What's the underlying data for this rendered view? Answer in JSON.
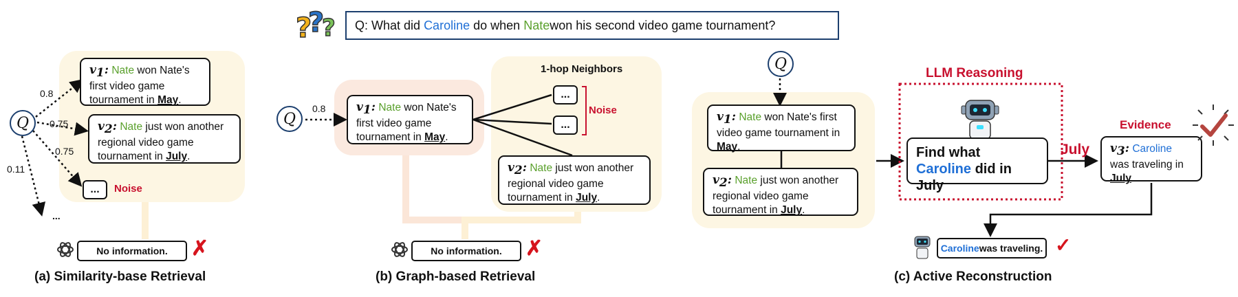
{
  "question": {
    "prefix": "Q: What did ",
    "name1": "Caroline",
    "mid": " do when ",
    "name2": "Nate",
    "suffix": " won his second video game tournament?"
  },
  "q_symbol": "Q",
  "v1": {
    "label": "v",
    "sub": "1",
    "colon": ":",
    "name": "Nate",
    "text": " won Nate's first video game tournament in ",
    "month": "May",
    "end": "."
  },
  "v2": {
    "label": "v",
    "sub": "2",
    "colon": ":",
    "name": "Nate",
    "text": " just won another regional video game tournament in ",
    "month": "July",
    "end": "."
  },
  "v3": {
    "label": "v",
    "sub": "3",
    "colon": ":",
    "name": "Caroline",
    "text": " was traveling in ",
    "month": "July",
    "end": "."
  },
  "panel_a": {
    "scores": [
      "0.8",
      "0.75",
      "0.75",
      "0.11"
    ],
    "noise_box": "...",
    "noise_label": "Noise",
    "trailing": "...",
    "answer": "No information.",
    "caption": "(a) Similarity-base Retrieval"
  },
  "panel_b": {
    "score": "0.8",
    "neighbors_title": "1-hop Neighbors",
    "noise_label": "Noise",
    "neighbor_box": "...",
    "answer": "No information.",
    "caption": "(b) Graph-based Retrieval"
  },
  "panel_c": {
    "llm_title": "LLM Reasoning",
    "reasoning_prefix": "Find what ",
    "reasoning_name": "Caroline",
    "reasoning_suffix": " did in July",
    "july_label": "July",
    "evidence_title": "Evidence",
    "final_name": "Caroline",
    "final_text": " was traveling.",
    "caption": "(c) Active Reconstruction"
  },
  "marks": {
    "cross": "✗",
    "check": "✓"
  },
  "colors": {
    "green": "#5aa02c",
    "blue": "#1f6fd6",
    "red": "#c8102e",
    "panel": "#fdf6e3"
  }
}
